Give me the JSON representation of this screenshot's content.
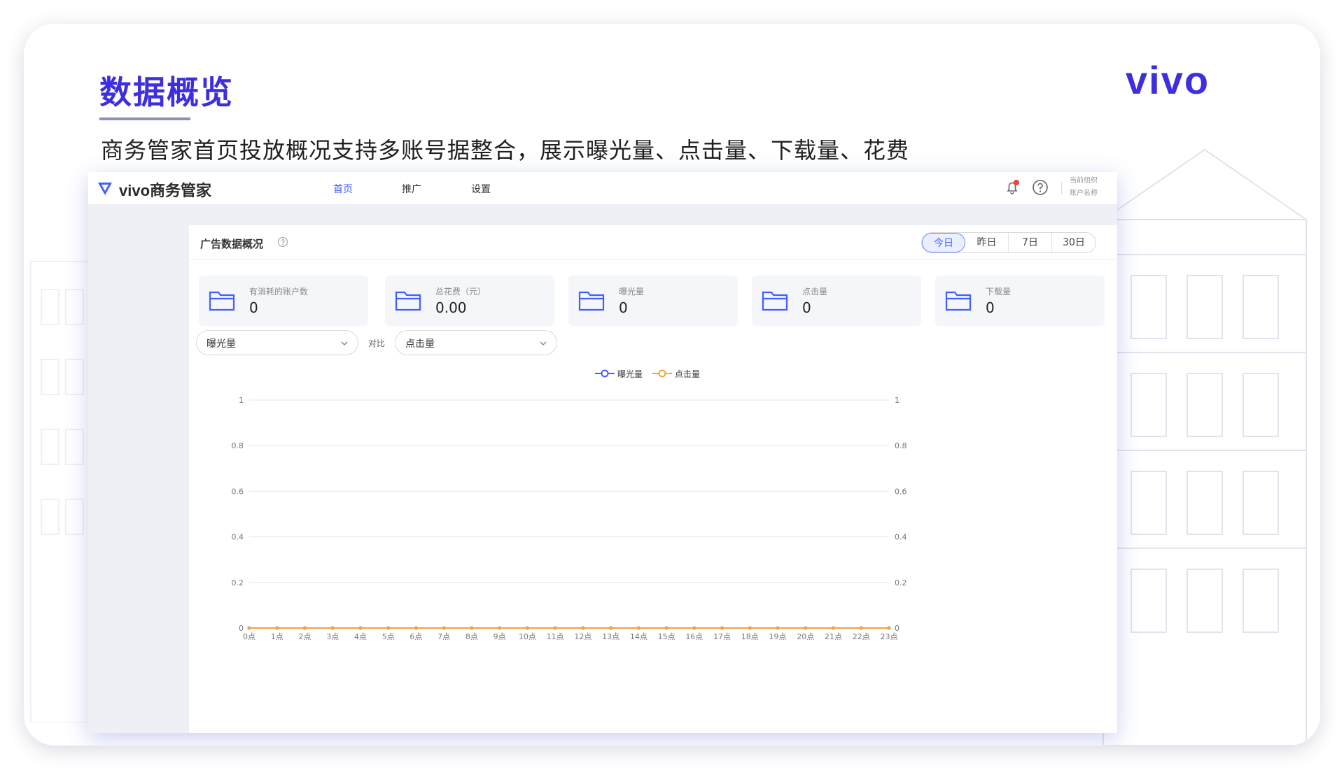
{
  "slide": {
    "title": "数据概览",
    "subtitle": "商务管家首页投放概况支持多账号据整合，展示曝光量、点击量、下载量、花费",
    "brand": "vivo",
    "accent": "#3d2fe0"
  },
  "app": {
    "name": "vivo商务管家",
    "nav": [
      {
        "label": "首页",
        "active": true
      },
      {
        "label": "推广",
        "active": false
      },
      {
        "label": "设置",
        "active": false
      }
    ],
    "account_lines": [
      "当前组织",
      "账户名称"
    ],
    "icons": [
      "bell-icon",
      "help-icon"
    ]
  },
  "panel": {
    "title": "广告数据概况",
    "ranges": [
      {
        "label": "今日",
        "active": true
      },
      {
        "label": "昨日",
        "active": false
      },
      {
        "label": "7日",
        "active": false
      },
      {
        "label": "30日",
        "active": false
      }
    ],
    "stats": [
      {
        "label": "有消耗的账户数",
        "value": "0"
      },
      {
        "label": "总花费（元）",
        "value": "0.00"
      },
      {
        "label": "曝光量",
        "value": "0"
      },
      {
        "label": "点击量",
        "value": "0"
      },
      {
        "label": "下载量",
        "value": "0"
      }
    ],
    "metric_select": "曝光量",
    "compare_label": "对比",
    "compare_select": "点击量"
  },
  "chart_data": {
    "type": "line",
    "x": [
      "0点",
      "1点",
      "2点",
      "3点",
      "4点",
      "5点",
      "6点",
      "7点",
      "8点",
      "9点",
      "10点",
      "11点",
      "12点",
      "13点",
      "14点",
      "15点",
      "16点",
      "17点",
      "18点",
      "19点",
      "20点",
      "21点",
      "22点",
      "23点"
    ],
    "series": [
      {
        "name": "曝光量",
        "color": "#4a5cff",
        "axis": "left",
        "values": [
          0,
          0,
          0,
          0,
          0,
          0,
          0,
          0,
          0,
          0,
          0,
          0,
          0,
          0,
          0,
          0,
          0,
          0,
          0,
          0,
          0,
          0,
          0,
          0
        ]
      },
      {
        "name": "点击量",
        "color": "#f5a040",
        "axis": "right",
        "values": [
          0,
          0,
          0,
          0,
          0,
          0,
          0,
          0,
          0,
          0,
          0,
          0,
          0,
          0,
          0,
          0,
          0,
          0,
          0,
          0,
          0,
          0,
          0,
          0
        ]
      }
    ],
    "yticks": [
      "0",
      "0.2",
      "0.4",
      "0.6",
      "0.8",
      "1"
    ],
    "ylim": [
      0,
      1
    ],
    "grid": true,
    "legend": "top-center"
  }
}
